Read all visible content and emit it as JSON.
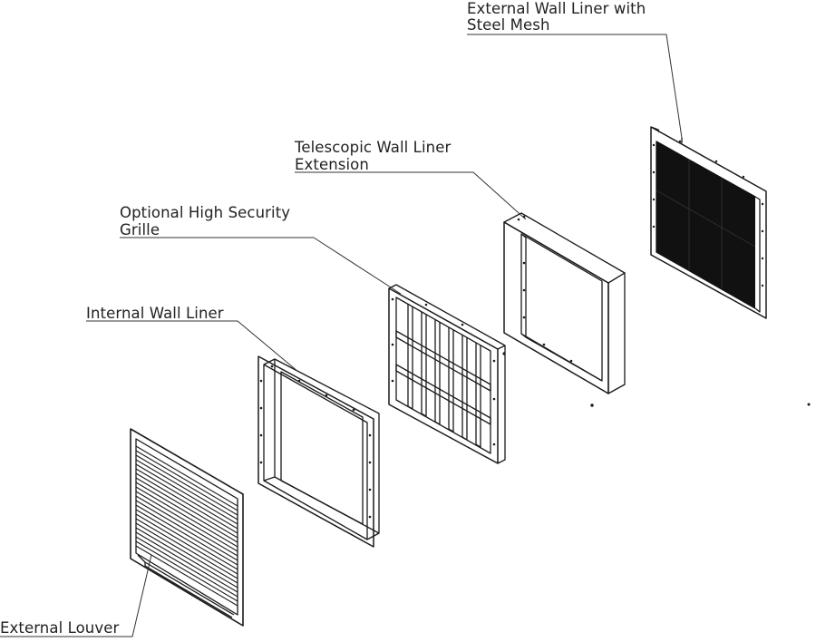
{
  "diagram": {
    "labels": {
      "external_wall_liner_line1": "External Wall Liner with",
      "external_wall_liner_line2": "Steel Mesh",
      "telescopic_line1": "Telescopic Wall Liner",
      "telescopic_line2": "Extension",
      "grille_line1": "Optional High Security",
      "grille_line2": "Grille",
      "internal_wall_liner": "Internal Wall Liner",
      "external_louver": "External Louver"
    },
    "colors": {
      "line": "#1a1a1a",
      "mesh": "#111111",
      "background": "#ffffff"
    }
  }
}
